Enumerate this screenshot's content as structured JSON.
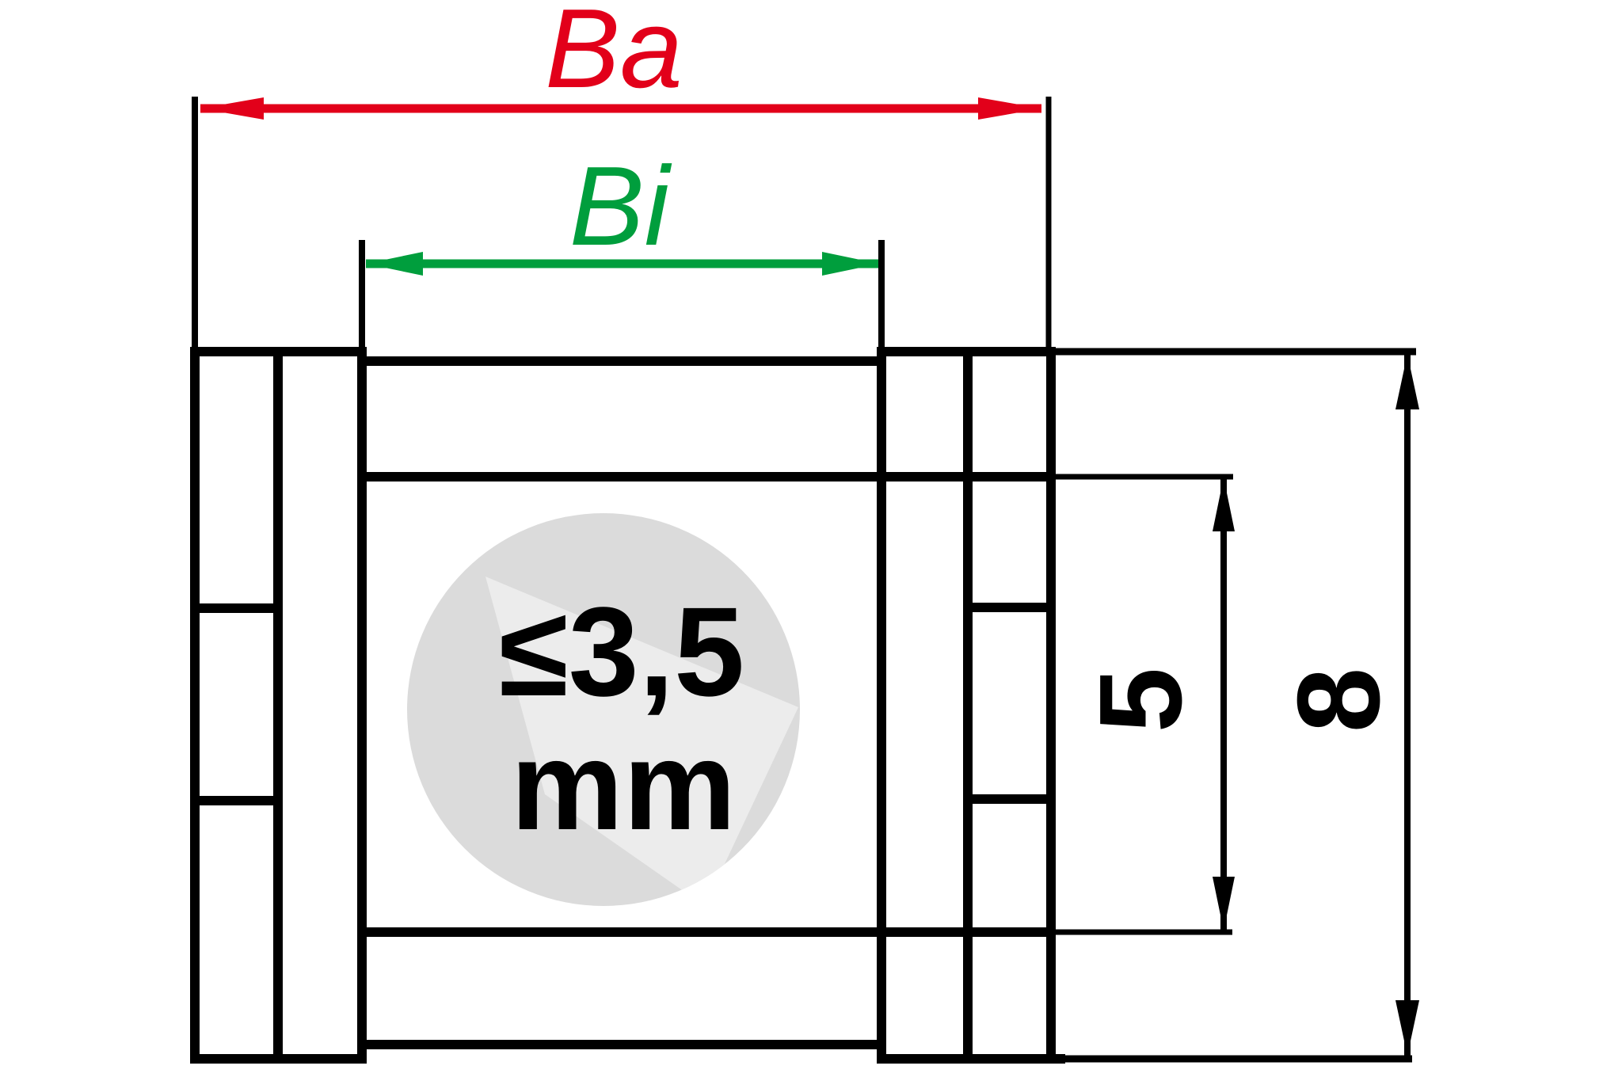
{
  "drawing": {
    "type": "cable-carrier cross-section dimension diagram",
    "colors": {
      "red": "#e2001a",
      "green": "#009e3d",
      "black": "#000000",
      "circle_gray": "#dbdbdb",
      "wedge_gray": "#ececec",
      "background": "#ffffff"
    },
    "dimensions": {
      "outer_width": {
        "label": "Ba"
      },
      "inner_width": {
        "label": "Bi"
      },
      "inner_height": {
        "value": "5"
      },
      "outer_height": {
        "value": "8"
      }
    },
    "cavity_note": {
      "line1": "≤3,5",
      "line2": "mm"
    }
  }
}
